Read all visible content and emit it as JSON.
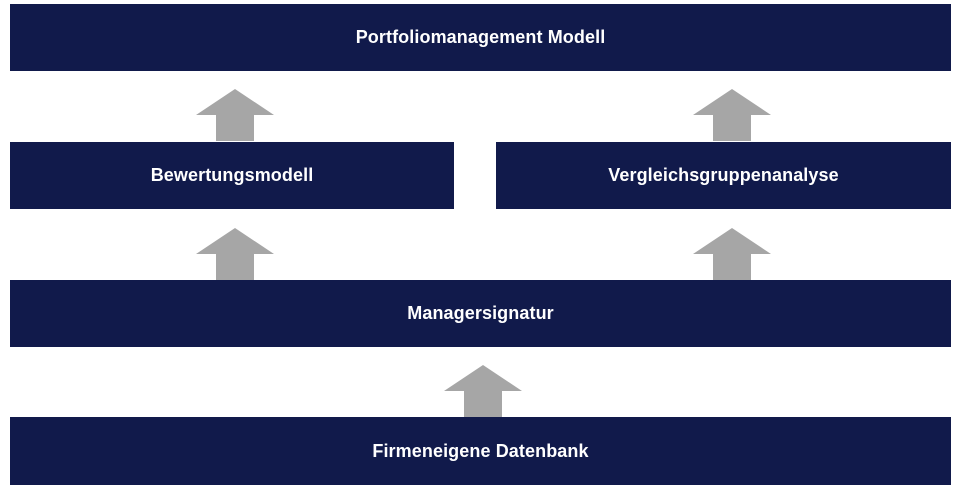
{
  "diagram": {
    "boxes": {
      "portfolio": "Portfoliomanagement Modell",
      "valuation": "Bewertungsmodell",
      "peer_group": "Vergleichsgruppenanalyse",
      "manager_signature": "Managersignatur",
      "database": "Firmeneigene Datenbank"
    },
    "connections": [
      {
        "from": "valuation",
        "to": "portfolio"
      },
      {
        "from": "peer_group",
        "to": "portfolio"
      },
      {
        "from": "manager_signature",
        "to": "valuation"
      },
      {
        "from": "manager_signature",
        "to": "peer_group"
      },
      {
        "from": "database",
        "to": "manager_signature"
      }
    ],
    "colors": {
      "box_fill": "#111a4b",
      "box_text": "#ffffff",
      "arrow_fill": "#a6a6a6"
    }
  }
}
